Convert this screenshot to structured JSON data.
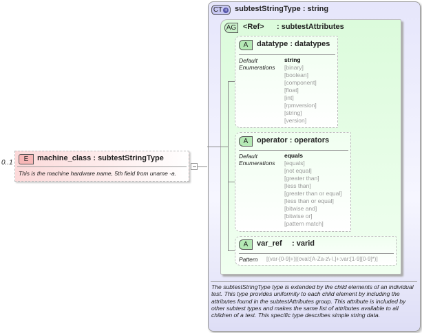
{
  "element": {
    "occurrence": "0..1",
    "badge": "E",
    "name": "machine_class",
    "type": ": subtestStringType",
    "description": "This is the machine hardware name, 5th field from uname -a."
  },
  "complex_type": {
    "badge": "CT",
    "name": "subtestStringType",
    "type": ": string",
    "description": "The subtestStringType type is extended by the child elements of an individual test.  This type provides uniformity to each child element by including the attributes found in the subtestAttributes group.  This attribute is included by other subtest types and makes the same list of attributes available to all children of a test.  This specific type describes simple string data."
  },
  "attribute_group": {
    "badge": "AG",
    "name": "<Ref>",
    "type": ": subtestAttributes"
  },
  "attributes": [
    {
      "badge": "A",
      "name": "datatype",
      "type": ": datatypes",
      "default_label": "Default",
      "default": "string",
      "enum_label": "Enumerations",
      "enumerations": [
        "[binary]",
        "[boolean]",
        "[component]",
        "[float]",
        "[int]",
        "[rpmversion]",
        "[string]",
        "[version]"
      ]
    },
    {
      "badge": "A",
      "name": "operator",
      "type": ": operators",
      "default_label": "Default",
      "default": "equals",
      "enum_label": "Enumerations",
      "enumerations": [
        "[equals]",
        "[not equal]",
        "[greater than]",
        "[less than]",
        "[greater than or equal]",
        "[less than or equal]",
        "[bitwise and]",
        "[bitwise or]",
        "[pattern match]"
      ]
    },
    {
      "badge": "A",
      "name": "var_ref",
      "type": ": varid",
      "pattern_label": "Pattern",
      "pattern": "[(var-[0-9]+)|(oval:[A-Za-z\\-\\.]+:var:[1-9][0-9]*)]"
    }
  ],
  "colors": {
    "element": "#fde4e4",
    "complex_type": "#e4e4fb",
    "group": "#e4fbe4"
  }
}
